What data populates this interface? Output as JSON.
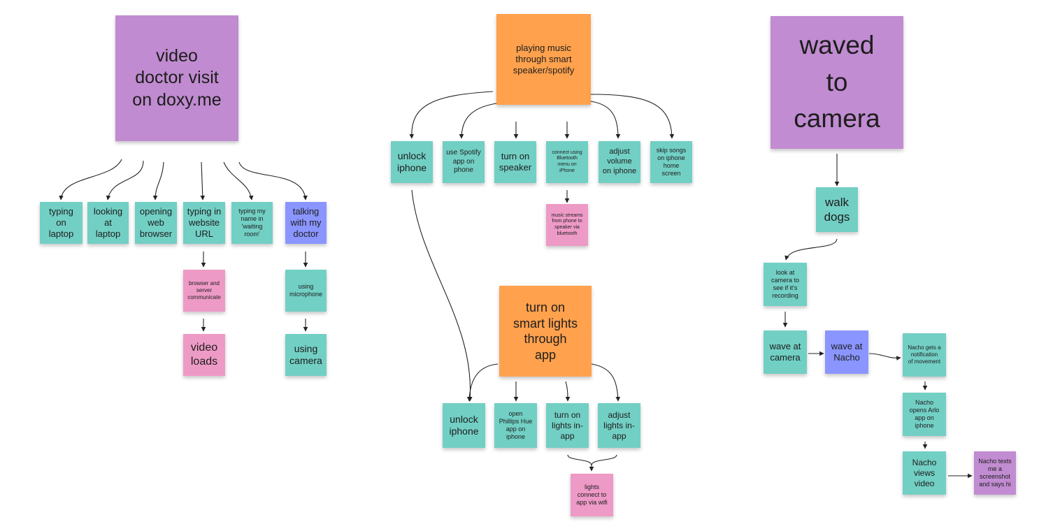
{
  "colors": {
    "purple": "#c08bd0",
    "orange": "#ffa14d",
    "teal": "#72cfc4",
    "pink": "#ee9ac6",
    "blue": "#8a95ff",
    "connector": "#222222"
  },
  "notes": {
    "doxy_title": "video\ndoctor visit\non doxy.me",
    "typing_laptop": "typing\non\nlaptop",
    "looking_laptop": "looking\nat\nlaptop",
    "opening_browser": "opening\nweb\nbrowser",
    "typing_url": "typing in\nwebsite\nURL",
    "typing_name": "typing my\nname in\n'waiting\nroom'",
    "talking_doctor": "talking\nwith my\ndoctor",
    "browser_server": "browser and\nserver\ncommunicate",
    "video_loads": "video\nloads",
    "using_microphone": "using\nmicrophone",
    "using_camera": "using\ncamera",
    "music_title": "playing music\nthrough smart\nspeaker/spotify",
    "unlock_iphone_1": "unlock\niphone",
    "use_spotify": "use Spotify\napp on\nphone",
    "turn_on_speaker": "turn on\nspeaker",
    "connect_bluetooth": "connect using\nBluetooth\nmenu on\niPhone",
    "adjust_volume": "adjust\nvolume\non iphone",
    "skip_songs": "skip songs\non iphone\nhome\nscreen",
    "music_streams": "music streams\nfrom phone to\nspeaker via\nbluetooth",
    "lights_title": "turn on\nsmart lights\nthrough\napp",
    "unlock_iphone_2": "unlock\niphone",
    "open_hue": "open\nPhillips Hue\napp on\niphone",
    "turn_on_lights": "turn on\nlights in-\napp",
    "adjust_lights": "adjust\nlights in-\napp",
    "lights_connect": "lights\nconnect to\napp via wifi",
    "waved_title": "waved\nto\ncamera",
    "walk_dogs": "walk\ndogs",
    "look_camera": "look at\ncamera to\nsee if it's\nrecording",
    "wave_camera": "wave at\ncamera",
    "wave_nacho": "wave at\nNacho",
    "nacho_notification": "Nacho gets a\nnotification\nof movement",
    "nacho_opens_arlo": "Nacho\nopens Arlo\napp on\niphone",
    "nacho_views_video": "Nacho\nviews\nvideo",
    "nacho_texts": "Nacho texts\nme a\nscreenshot\nand says hi"
  }
}
